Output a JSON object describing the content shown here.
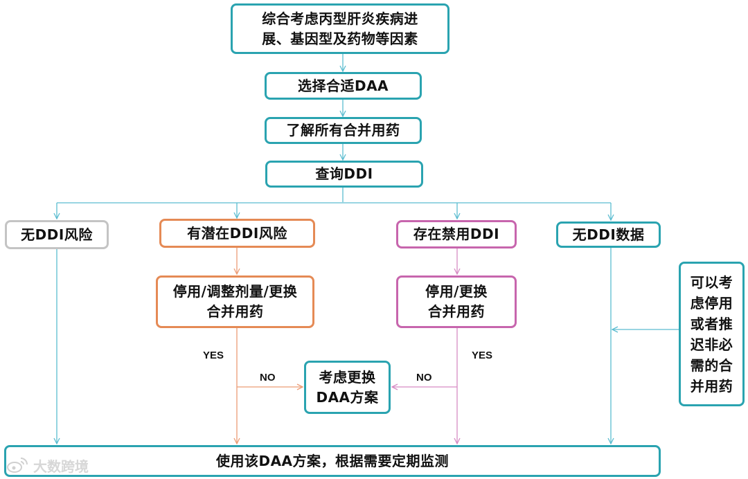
{
  "colors": {
    "teal": "#2aa3b0",
    "gray": "#c4c4c4",
    "orange": "#e58a55",
    "magenta": "#c765ad",
    "line_teal": "#5bbcd0",
    "line_orange": "#ec9c75",
    "line_magenta": "#d68bc4"
  },
  "nodes": {
    "consider_factors": "综合考虑丙型肝炎疾病进\n展、基因型及药物等因素",
    "select_daa": "选择合适DAA",
    "know_comedications": "了解所有合并用药",
    "query_ddi": "查询DDI",
    "no_ddi_risk": "无DDI风险",
    "potential_ddi_risk": "有潜在DDI风险",
    "contraindicated_ddi": "存在禁用DDI",
    "no_ddi_data": "无DDI数据",
    "stop_adjust_replace": "停用/调整剂量/更换\n合并用药",
    "stop_replace": "停用/更换\n合并用药",
    "consider_change_daa": "考虑更换\nDAA方案",
    "side_note": "可以考\n虑停用\n或者推\n迟非必\n需的合\n并用药",
    "use_daa_monitor": "使用该DAA方案，根据需要定期监测"
  },
  "edge_labels": {
    "yes_left": "YES",
    "no_left": "NO",
    "yes_right": "YES",
    "no_right": "NO"
  },
  "watermark": {
    "icon": "weibo-logo-icon",
    "text": "大数跨境"
  }
}
